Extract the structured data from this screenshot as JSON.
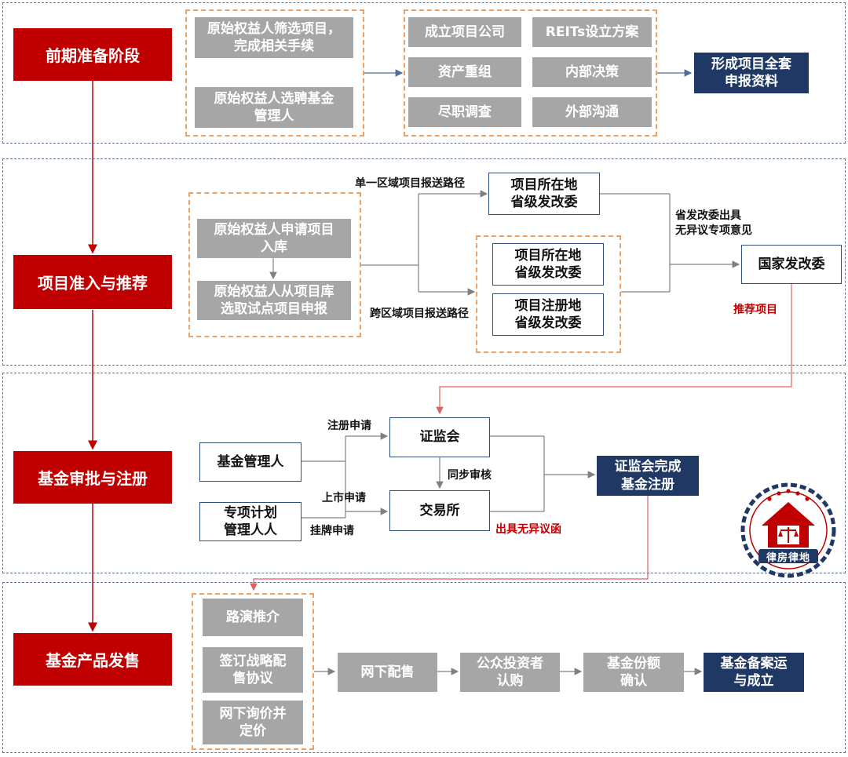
{
  "stages": {
    "s1": "前期准备阶段",
    "s2": "项目准入与推荐",
    "s3": "基金审批与注册",
    "s4": "基金产品发售"
  },
  "prep": {
    "left": [
      "原始权益人筛选项目，\n完成相关手续",
      "原始权益人选聘基金\n管理人"
    ],
    "grid": [
      "成立项目公司",
      "REITs设立方案",
      "资产重组",
      "内部决策",
      "尽职调查",
      "外部沟通"
    ],
    "result": "形成项目全套\n申报资料"
  },
  "admission": {
    "apply": "原始权益人申请项目\n入库",
    "select": "原始权益人从项目库\n选取试点项目申报",
    "single_path_label": "单一区域项目报送路径",
    "cross_path_label": "跨区域项目报送路径",
    "single_ndrc": "项目所在地\n省级发改委",
    "cross_ndrc_local": "项目所在地\n省级发改委",
    "cross_ndrc_reg": "项目注册地\n省级发改委",
    "opinion_label": "省发改委出具\n无异议专项意见",
    "national": "国家发改委",
    "recommend_label": "推荐项目"
  },
  "approval": {
    "fund_manager": "基金管理人",
    "plan_manager": "专项计划\n管理人人",
    "csrc": "证监会",
    "exchange": "交易所",
    "register_label": "注册申请",
    "listing_label": "上市申请",
    "quote_label": "挂牌申请",
    "sync_label": "同步审核",
    "no_objection_label": "出具无异议函",
    "registered": "证监会完成\n基金注册"
  },
  "sale": {
    "left": [
      "路演推介",
      "签订战略配\n售协议",
      "网下询价并\n定价"
    ],
    "steps": [
      "网下配售",
      "公众投资者\n认购",
      "基金份额\n确认"
    ],
    "final": "基金备案运\n与成立"
  },
  "logo": {
    "text": "律房律地",
    "icon": "house-scale-seal-icon"
  },
  "colors": {
    "stage_red": "#c00000",
    "navy": "#1f3864",
    "gray_box": "#a6a6a6",
    "dash_orange": "#f0a060",
    "section_border": "#5b6f93"
  }
}
